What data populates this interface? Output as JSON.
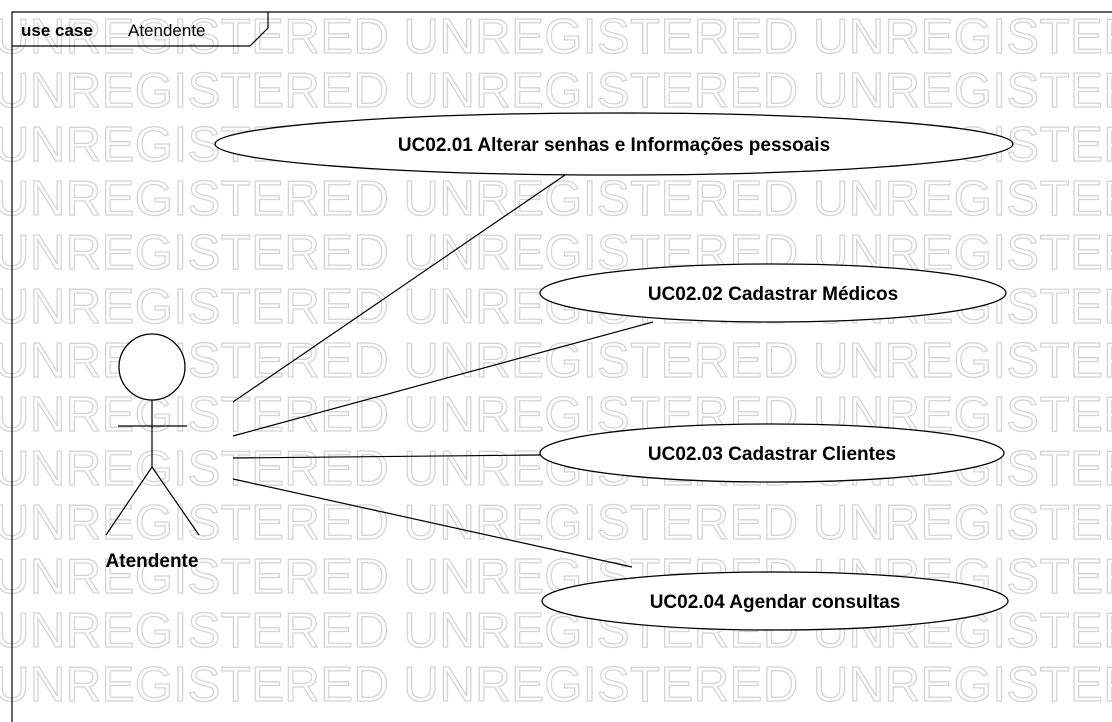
{
  "frame": {
    "keyword": "use case",
    "name": "Atendente"
  },
  "watermark": {
    "text": "UNREGISTERED UNREGISTERED UNREGISTERED UNREGISTERED"
  },
  "actor": {
    "name": "Atendente"
  },
  "use_cases": [
    {
      "label": "UC02.01 Alterar senhas e Informações pessoais"
    },
    {
      "label": "UC02.02 Cadastrar Médicos"
    },
    {
      "label": "UC02.03 Cadastrar Clientes"
    },
    {
      "label": "UC02.04 Agendar consultas"
    }
  ],
  "colors": {
    "line": "#000000",
    "watermark": "#d4d4d4",
    "background": "#ffffff"
  }
}
